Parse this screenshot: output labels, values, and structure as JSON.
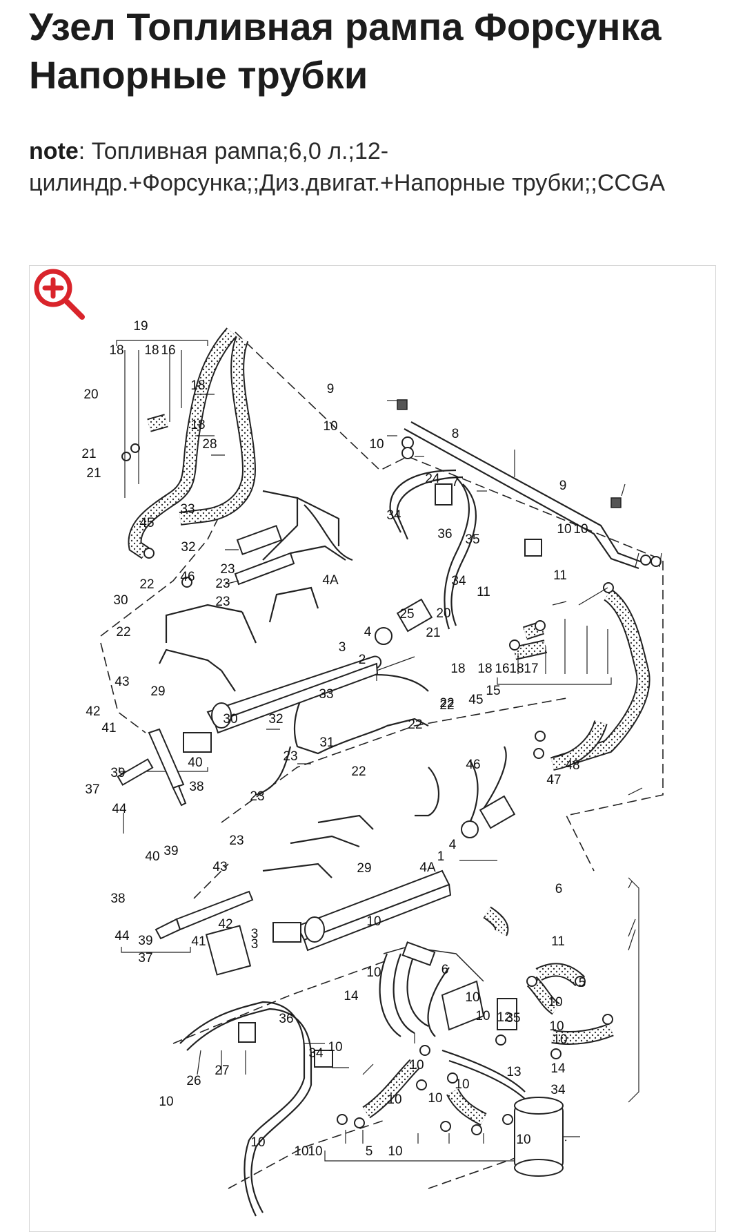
{
  "title": "Узел Топливная рампа Форсунка Напорные трубки",
  "note": {
    "label": "note",
    "separator": ":",
    "text": " Топливная рампа;6,0 л.;12-цилиндр.+Форсунка;;Диз.двигат.+Напорные трубки;;CCGA"
  },
  "zoom": {
    "icon": "zoom-in-icon",
    "color": "#d9242b"
  },
  "diagram": {
    "labels": [
      "19",
      "18",
      "18",
      "16",
      "18",
      "18",
      "20",
      "21",
      "21",
      "28",
      "9",
      "10",
      "10",
      "8",
      "7",
      "24",
      "34",
      "33",
      "45",
      "32",
      "30",
      "46",
      "22",
      "23",
      "23",
      "23",
      "36",
      "35",
      "34",
      "10",
      "10",
      "9",
      "11",
      "11",
      "4A",
      "4",
      "25",
      "20",
      "21",
      "18",
      "18",
      "16",
      "18",
      "17",
      "15",
      "22",
      "3",
      "2",
      "43",
      "42",
      "41",
      "29",
      "33",
      "30",
      "32",
      "22",
      "45",
      "31",
      "46",
      "47",
      "48",
      "40",
      "38",
      "39",
      "37",
      "44",
      "23",
      "22",
      "22",
      "22",
      "23",
      "23",
      "3",
      "4",
      "1",
      "4A",
      "29",
      "39",
      "40",
      "43",
      "38",
      "42",
      "44",
      "39",
      "37",
      "41",
      "3",
      "6",
      "10",
      "11",
      "10",
      "14",
      "6",
      "10",
      "10",
      "5",
      "10",
      "12",
      "10",
      "14",
      "10",
      "35",
      "36",
      "34",
      "27",
      "26",
      "10",
      "10",
      "10",
      "10",
      "10",
      "10",
      "13",
      "34",
      "10",
      "10",
      "10",
      "10",
      "5",
      "10"
    ]
  }
}
